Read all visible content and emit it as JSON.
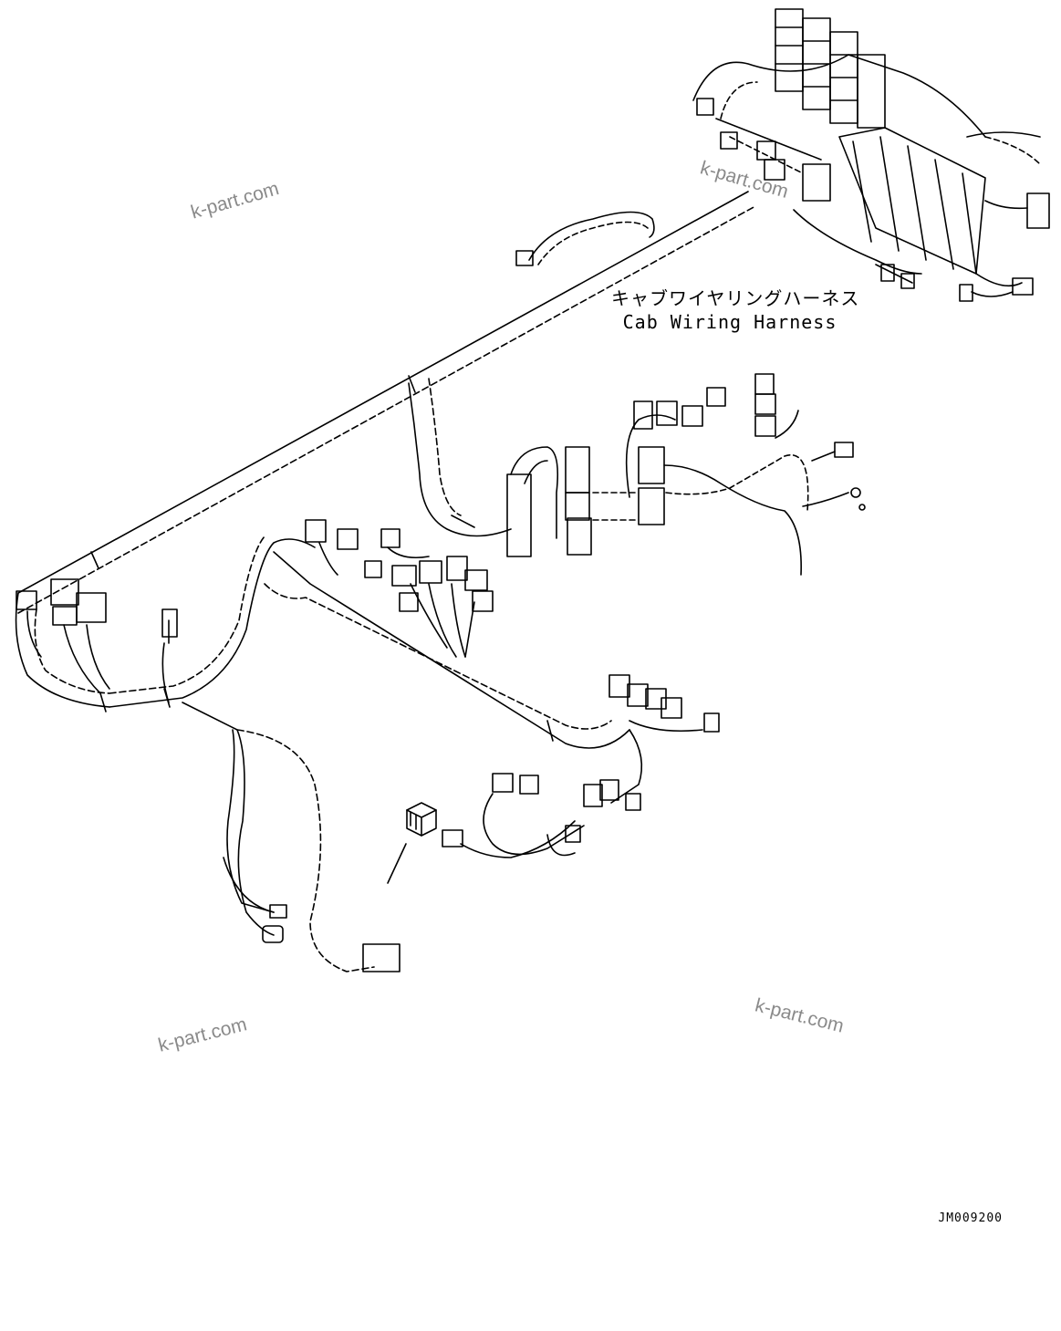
{
  "harness_label": {
    "japanese": "キャブワイヤリングハーネス",
    "english": "Cab Wiring Harness"
  },
  "watermarks": [
    "k-part.com",
    "k-part.com",
    "k-part.com",
    "k-part.com"
  ],
  "drawing_code": "JM009200",
  "colors": {
    "line": "#000000",
    "watermark": "#8a8a8a",
    "background": "#ffffff"
  }
}
